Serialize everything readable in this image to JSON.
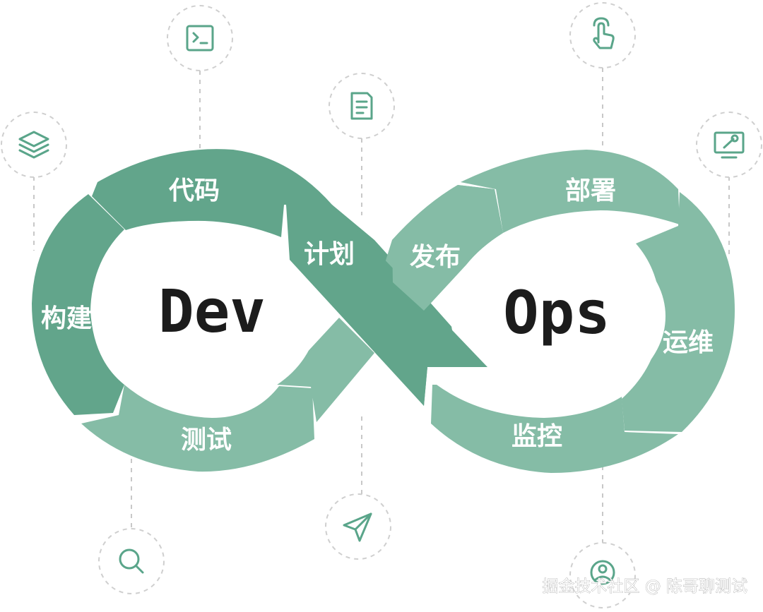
{
  "diagram": {
    "dev_label": "Dev",
    "ops_label": "Ops",
    "stages": {
      "code": "代码",
      "plan": "计划",
      "build": "构建",
      "test": "测试",
      "release": "发布",
      "deploy": "部署",
      "operate": "运维",
      "monitor": "监控"
    }
  },
  "watermark": "掘金技术社区 @ 陈哥聊测试",
  "colors": {
    "green_dark": "#62a58b",
    "green_mid": "#70ae96",
    "green_light": "#85bca6",
    "icon_green": "#5aa58a"
  },
  "icons": [
    "terminal-icon",
    "layers-icon",
    "document-icon",
    "pointer-hand-icon",
    "monitor-wrench-icon",
    "search-icon",
    "send-icon",
    "user-icon"
  ]
}
